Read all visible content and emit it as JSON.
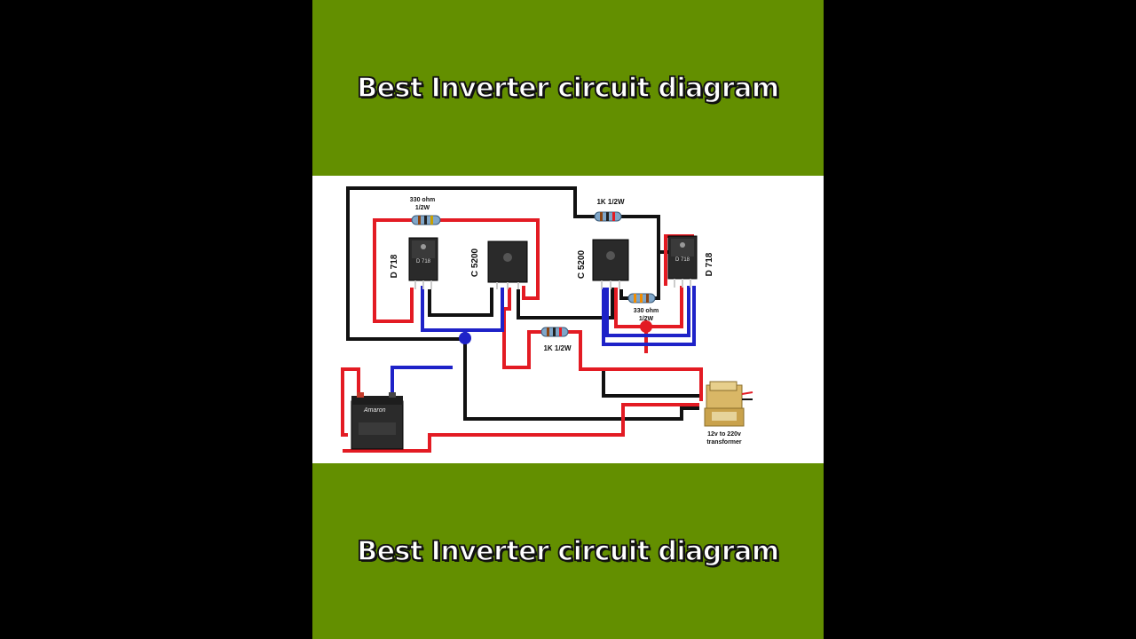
{
  "video": {
    "title_top": "Best Inverter circuit diagram",
    "title_bottom": "Best Inverter circuit diagram",
    "background_color": "#638f00"
  },
  "diagram": {
    "colors": {
      "positive": "#e31b23",
      "negative": "#1e22c8",
      "signal": "#111111"
    },
    "transistors": [
      {
        "id": "q1",
        "label": "D 718",
        "marking": "D 718"
      },
      {
        "id": "q2",
        "label": "C 5200",
        "marking": ""
      },
      {
        "id": "q3",
        "label": "C 5200",
        "marking": ""
      },
      {
        "id": "q4",
        "label": "D 718",
        "marking": "D 718"
      }
    ],
    "resistors": {
      "r1": {
        "line1": "330 ohm",
        "line2": "1/2W"
      },
      "r2": {
        "line1": "1K 1/2W"
      },
      "r3": {
        "line1": "330 ohm",
        "line2": "1/2W"
      },
      "r4": {
        "line1": "1K 1/2W"
      }
    },
    "battery": {
      "brand": "Amaron"
    },
    "transformer": {
      "line1": "12v to 220v",
      "line2": "transformer"
    }
  }
}
